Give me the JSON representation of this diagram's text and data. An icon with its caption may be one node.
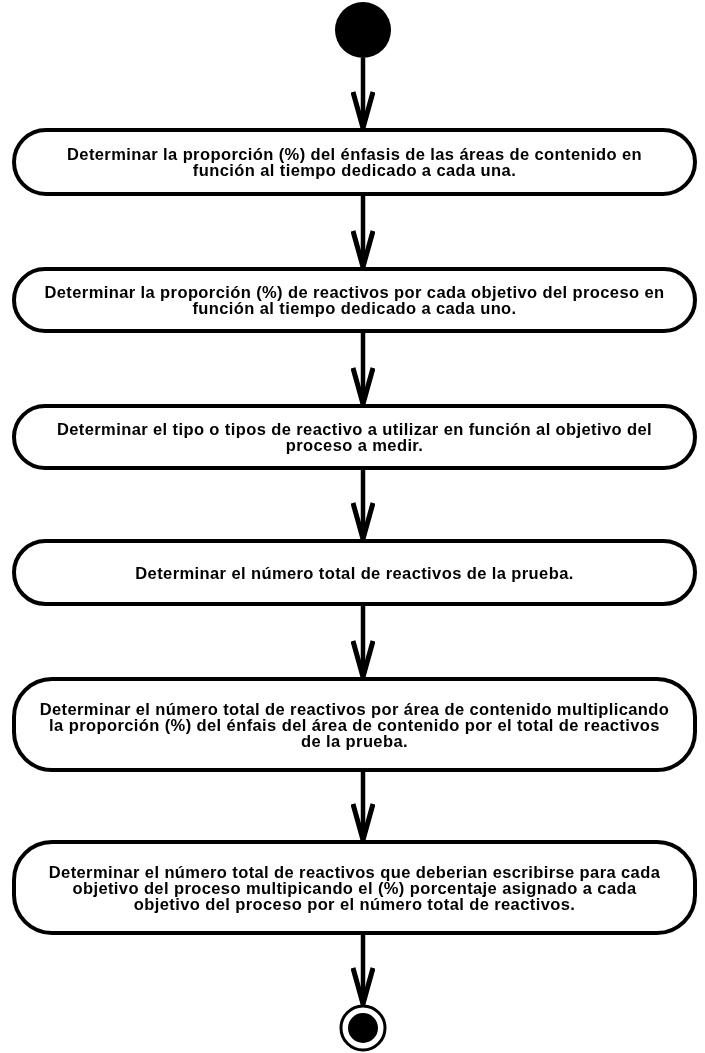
{
  "diagram": {
    "nodes": [
      {
        "text": [],
        "shape": "circle"
      },
      {
        "text": [
          "Determinar la proporción (%) del énfasis de las áreas de contenido en función al tiempo dedicado a cada una."
        ]
      },
      {
        "text": [
          "Determinar la proporción (%) de reactivos por cada objetivo del proceso en función al tiempo dedicado a cada uno."
        ]
      },
      {
        "text": [
          "Determinar el tipo o tipos de reactivo a utilizar en función al objetivo del proceso a medir."
        ]
      },
      {
        "text": [
          "Determinar el número total de reactivos de la prueba."
        ]
      },
      {
        "text": [
          "Determinar el número total de reactivos por área de contenido multiplicando la proporción (%) del énfais del área de contenido por el total de reactivos de la prueba."
        ]
      },
      {
        "text": [
          "Determinar el número total de reactivos que deberian escribirse para cada objetivo del proceso multipicando el (%) porcentaje asignado a cada objetivo del proceso por el número total de reactivos."
        ]
      },
      {
        "text": [],
        "shape": "circle"
      }
    ],
    "edges": [
      {
        "from": 0,
        "to": 1,
        "arrow": "to"
      },
      {
        "from": 1,
        "to": 2,
        "arrow": "to"
      },
      {
        "from": 2,
        "to": 3,
        "arrow": "to"
      },
      {
        "from": 3,
        "to": 4,
        "arrow": "to"
      },
      {
        "from": 4,
        "to": 5,
        "arrow": "to"
      },
      {
        "from": 5,
        "to": 6,
        "arrow": "to"
      },
      {
        "from": 6,
        "to": 7,
        "arrow": "to"
      }
    ]
  }
}
